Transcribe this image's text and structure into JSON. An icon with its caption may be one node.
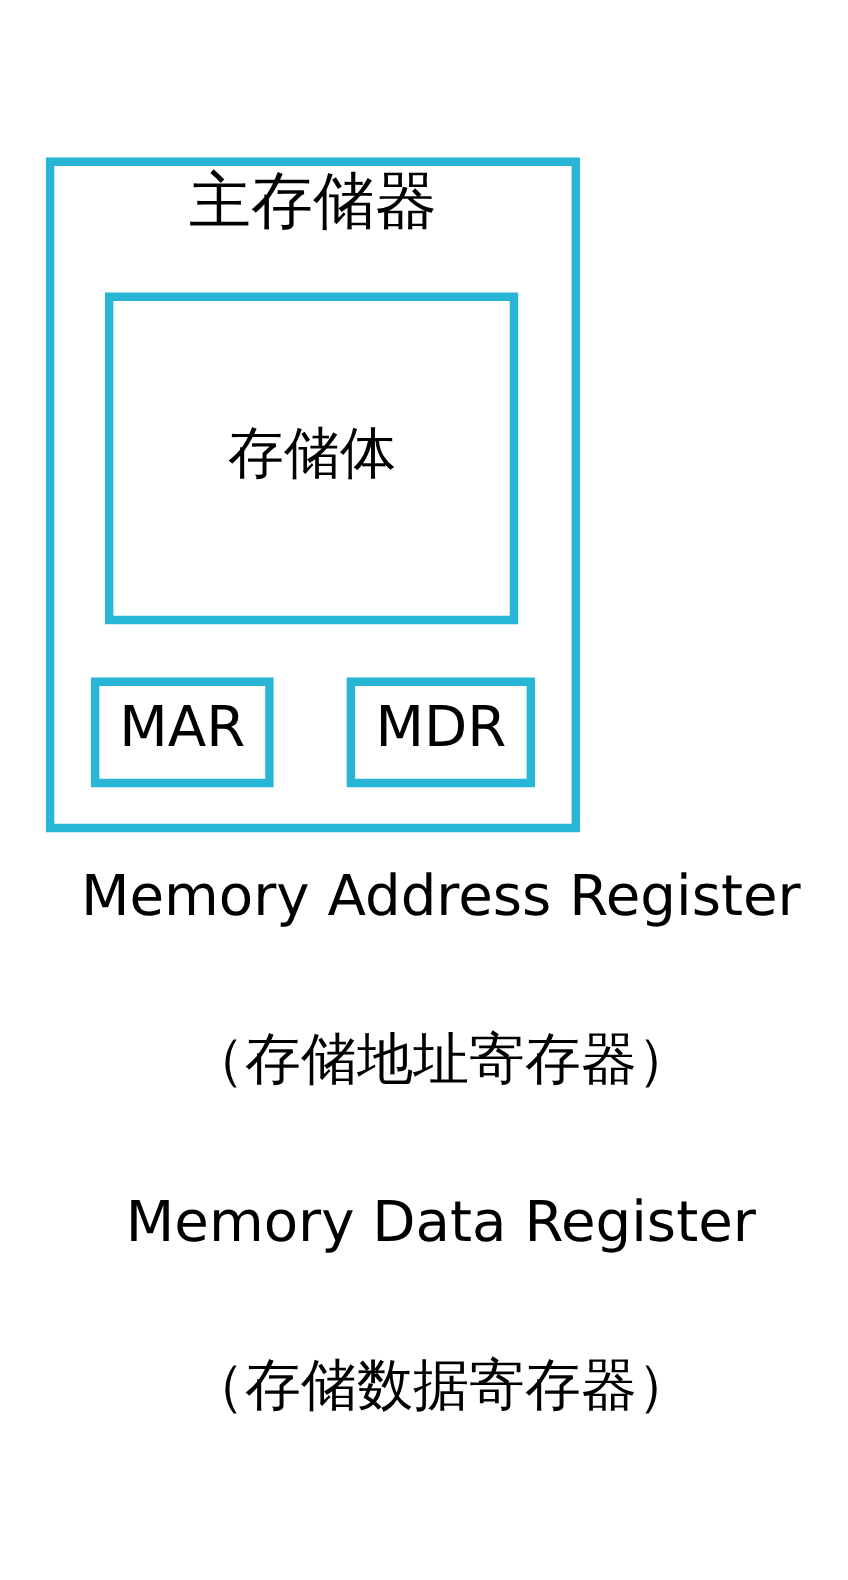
{
  "diagram": {
    "nodes": [
      {
        "text": [
          "主存储器"
        ]
      },
      {
        "text": [
          "存储体"
        ],
        "in": 0
      },
      {
        "text": [
          "MAR"
        ],
        "in": 0
      },
      {
        "text": [
          "MDR"
        ],
        "in": 0
      }
    ],
    "labels": [
      "Memory Address Register",
      "（存储地址寄存器）",
      "Memory Data Register",
      "（存储数据寄存器）"
    ]
  }
}
